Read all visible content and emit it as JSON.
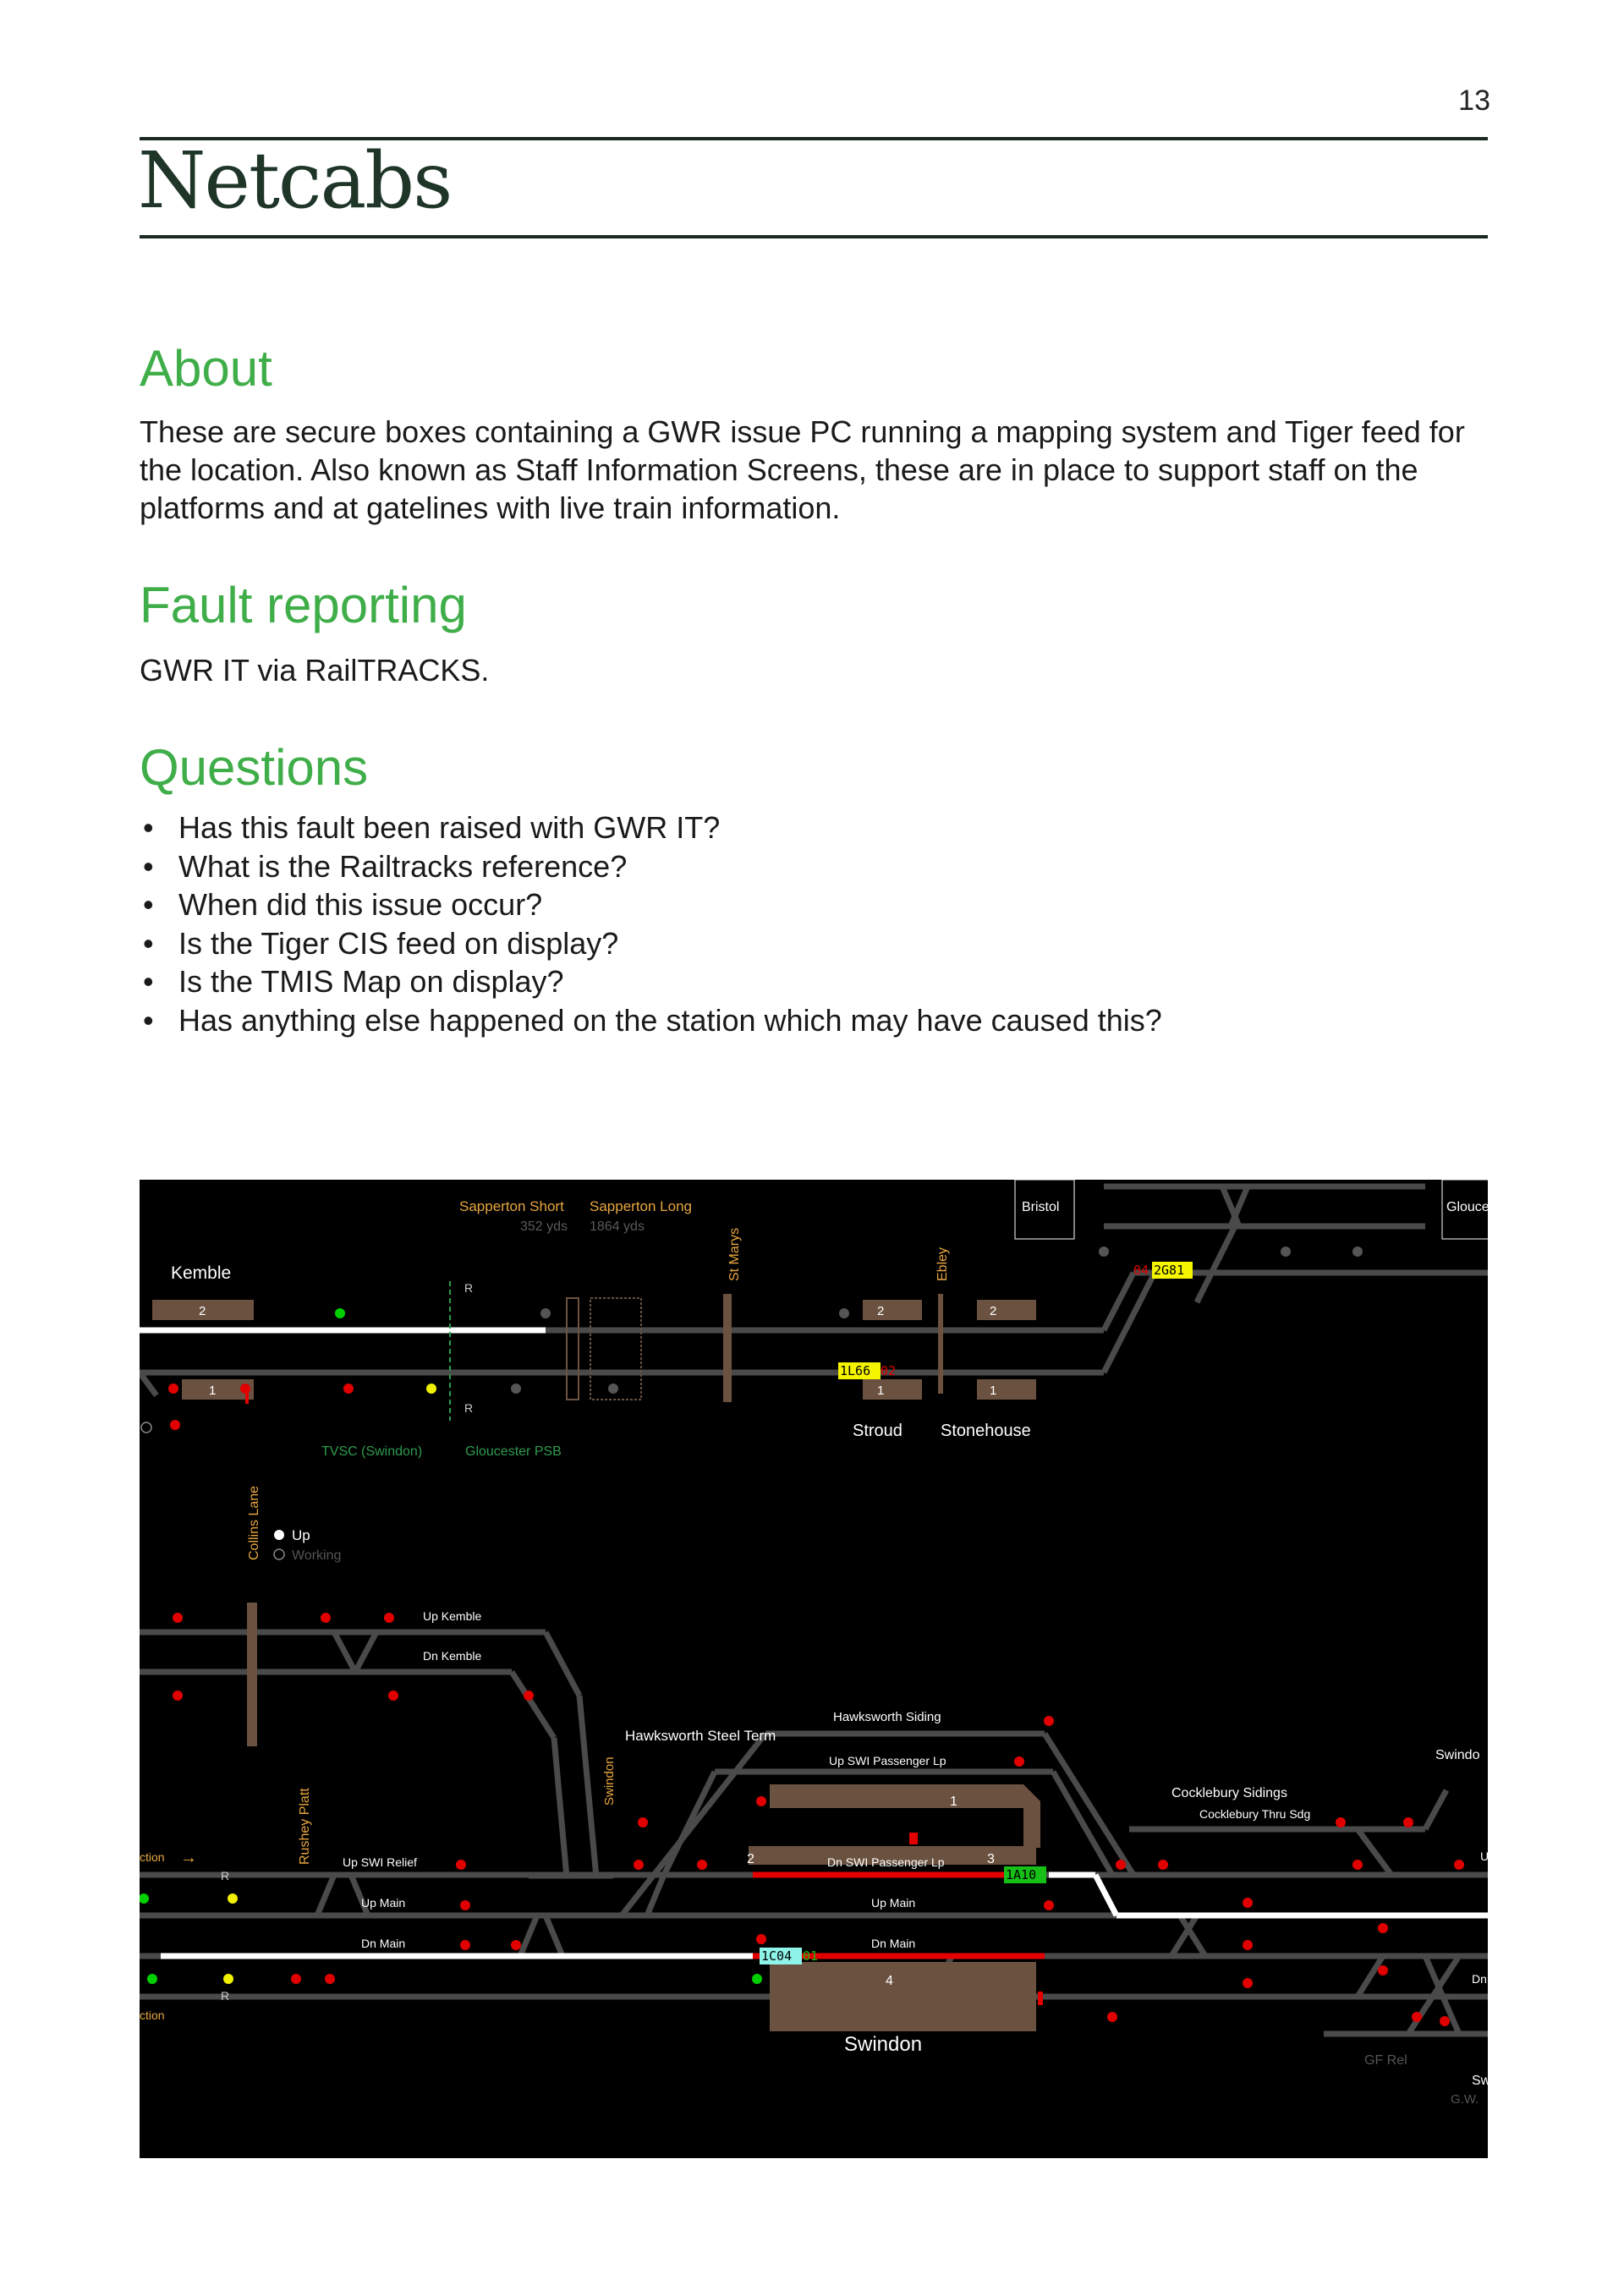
{
  "page_number": "13",
  "title": "Netcabs",
  "sections": {
    "about": {
      "heading": "About",
      "body": "These are secure boxes containing a GWR issue PC running a mapping system and Tiger feed for the location. Also known as Staff Information Screens, these are in place to support staff on the platforms and at gatelines with live train information."
    },
    "fault": {
      "heading": "Fault reporting",
      "body": "GWR IT via RailTRACKS."
    },
    "questions": {
      "heading": "Questions",
      "items": [
        "Has this fault been raised with GWR IT?",
        "What is the Railtracks reference?",
        "When did this issue occur?",
        "Is the Tiger CIS feed on display?",
        "Is the TMIS Map on display?",
        "Has anything else happened on the station which may have caused this?"
      ]
    }
  },
  "map": {
    "labels": {
      "kemble": "Kemble",
      "sapperton_short": "Sapperton Short",
      "sapperton_short_len": "352 yds",
      "sapperton_long": "Sapperton Long",
      "sapperton_long_len": "1864 yds",
      "st_marys": "St Marys",
      "ebley": "Ebley",
      "bristol": "Bristol",
      "glouce": "Glouce",
      "stroud": "Stroud",
      "stonehouse": "Stonehouse",
      "tvsc": "TVSC (Swindon)",
      "gloucester_psb": "Gloucester PSB",
      "collins_lane": "Collins Lane",
      "up": "Up",
      "working": "Working",
      "up_kemble": "Up Kemble",
      "dn_kemble": "Dn Kemble",
      "hawksworth_steel": "Hawksworth Steel Term",
      "hawksworth_siding": "Hawksworth Siding",
      "up_swi_passenger": "Up SWI Passenger Lp",
      "dn_swi_passenger": "Dn SWI Passenger Lp",
      "up_main": "Up Main",
      "dn_main": "Dn Main",
      "up_swi_relief": "Up SWI Relief",
      "rushey_platt": "Rushey Platt",
      "swindon_v": "Swindon",
      "swindon": "Swindon",
      "swindo": "Swindo",
      "cocklebury_sidings": "Cocklebury Sidings",
      "cocklebury_thru": "Cocklebury Thru Sdg",
      "ction_top": "ction",
      "ction_bottom": "ction",
      "gf_rel": "GF Rel",
      "sw": "Sw",
      "gw": "G.W.",
      "dn_edge": "Dn",
      "u_edge": "U",
      "r1": "R",
      "r2": "R",
      "r3": "R",
      "r4": "R"
    },
    "platforms": {
      "kemble_2": "2",
      "kemble_1": "1",
      "stroud_2": "2",
      "stroud_1": "1",
      "stonehouse_2": "2",
      "stonehouse_1": "1",
      "swindon_1": "1",
      "swindon_2": "2",
      "swindon_3": "3",
      "swindon_4": "4"
    },
    "train_ids": {
      "t1_prefix": "04",
      "t1": "2G81",
      "t2": "1L66",
      "t2_suffix": "02",
      "t3": "1A10",
      "t4": "1C04",
      "t4_suffix": "01"
    },
    "colors": {
      "background": "#000000",
      "track": "#4a4a4a",
      "occupied_red": "#e50000",
      "route_white": "#ffffff",
      "platform": "#6b5240",
      "signal_red": "#e00000",
      "signal_green": "#00d000",
      "signal_yellow": "#f0f000",
      "label_orange": "#e8a640",
      "label_green": "#2e9a4e",
      "id_yellow": "#f5f500",
      "id_green": "#16c016",
      "id_cyan": "#8ef3e8"
    }
  }
}
